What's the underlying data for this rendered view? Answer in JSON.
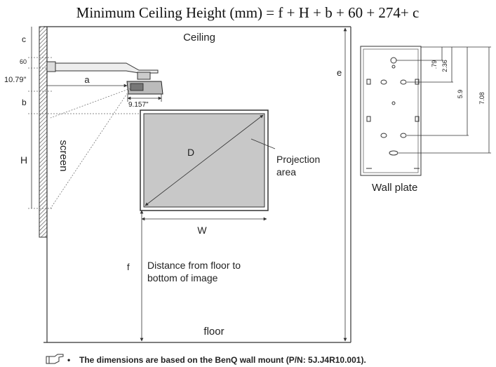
{
  "title": "Minimum Ceiling Height (mm) = f + H + b + 60 + 274+ c",
  "labels": {
    "ceiling": "Ceiling",
    "floor": "floor",
    "screen": "screen",
    "c": "c",
    "dim_60": "60",
    "dim_10_79": "10.79\"",
    "a": "a",
    "b": "b",
    "dim_9_157": "9.157\"",
    "H": "H",
    "D": "D",
    "W": "W",
    "e": "e",
    "f": "f",
    "projection_area_line1": "Projection",
    "projection_area_line2": "area",
    "distance_line1": "Distance from floor to",
    "distance_line2": "bottom of image",
    "wall_plate": "Wall plate",
    "dim_79": ".79",
    "dim_2_36": "2.36",
    "dim_5_9": "5.9",
    "dim_7_08": "7.08"
  },
  "note": {
    "bullet": "•",
    "text": "The dimensions are based on the BenQ wall mount (P/N: 5J.J4R10.001)."
  },
  "icons": {
    "note": "pointing-hand-icon"
  }
}
